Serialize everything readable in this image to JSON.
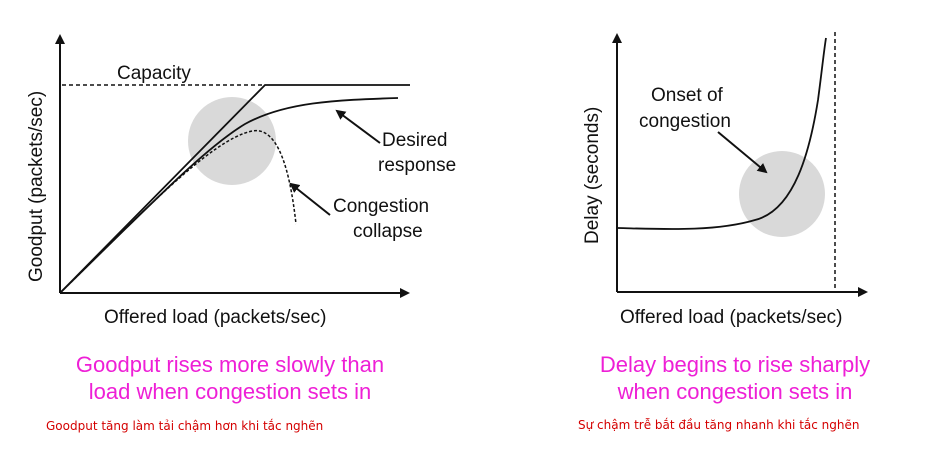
{
  "colors": {
    "caption": "#ee1fd6",
    "subcaption": "#d40000",
    "highlight": "#d9d9d9",
    "ink": "#111111"
  },
  "left": {
    "y_axis_label": "Goodput (packets/sec)",
    "x_axis_label": "Offered load (packets/sec)",
    "capacity_label": "Capacity",
    "desired_label": [
      "Desired",
      "response"
    ],
    "collapse_label": [
      "Congestion",
      "collapse"
    ],
    "caption": [
      "Goodput rises more slowly than",
      "load when congestion sets in"
    ],
    "subcaption": "Goodput tăng làm tải chậm hơn khi tắc nghẽn"
  },
  "right": {
    "y_axis_label": "Delay (seconds)",
    "x_axis_label": "Offered load (packets/sec)",
    "onset_label": [
      "Onset of",
      "congestion"
    ],
    "caption": [
      "Delay begins to rise sharply",
      "when congestion sets in"
    ],
    "subcaption": "Sự chậm trễ bắt đầu tăng nhanh khi tắc nghẽn"
  }
}
